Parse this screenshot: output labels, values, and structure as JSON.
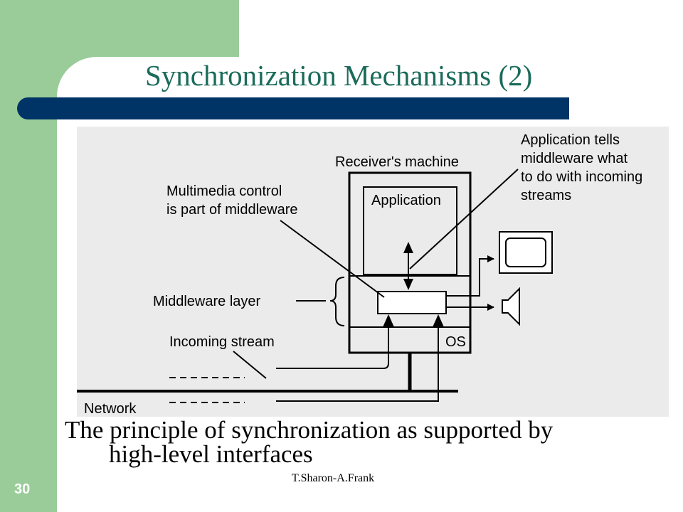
{
  "slide": {
    "title": "Synchronization Mechanisms (2)",
    "caption_line1": "The principle of synchronization as supported by",
    "caption_line2": "high-level interfaces",
    "page_number": "30",
    "footer": "T.Sharon-A.Frank"
  },
  "diagram": {
    "receivers_machine": "Receiver's machine",
    "application": "Application",
    "app_tells_1": "Application tells",
    "app_tells_2": "middleware what",
    "app_tells_3": "to do with incoming",
    "app_tells_4": "streams",
    "mm_control_1": "Multimedia control",
    "mm_control_2": "is part of middleware",
    "middleware_layer": "Middleware layer",
    "incoming_stream": "Incoming stream",
    "os": "OS",
    "network": "Network"
  }
}
